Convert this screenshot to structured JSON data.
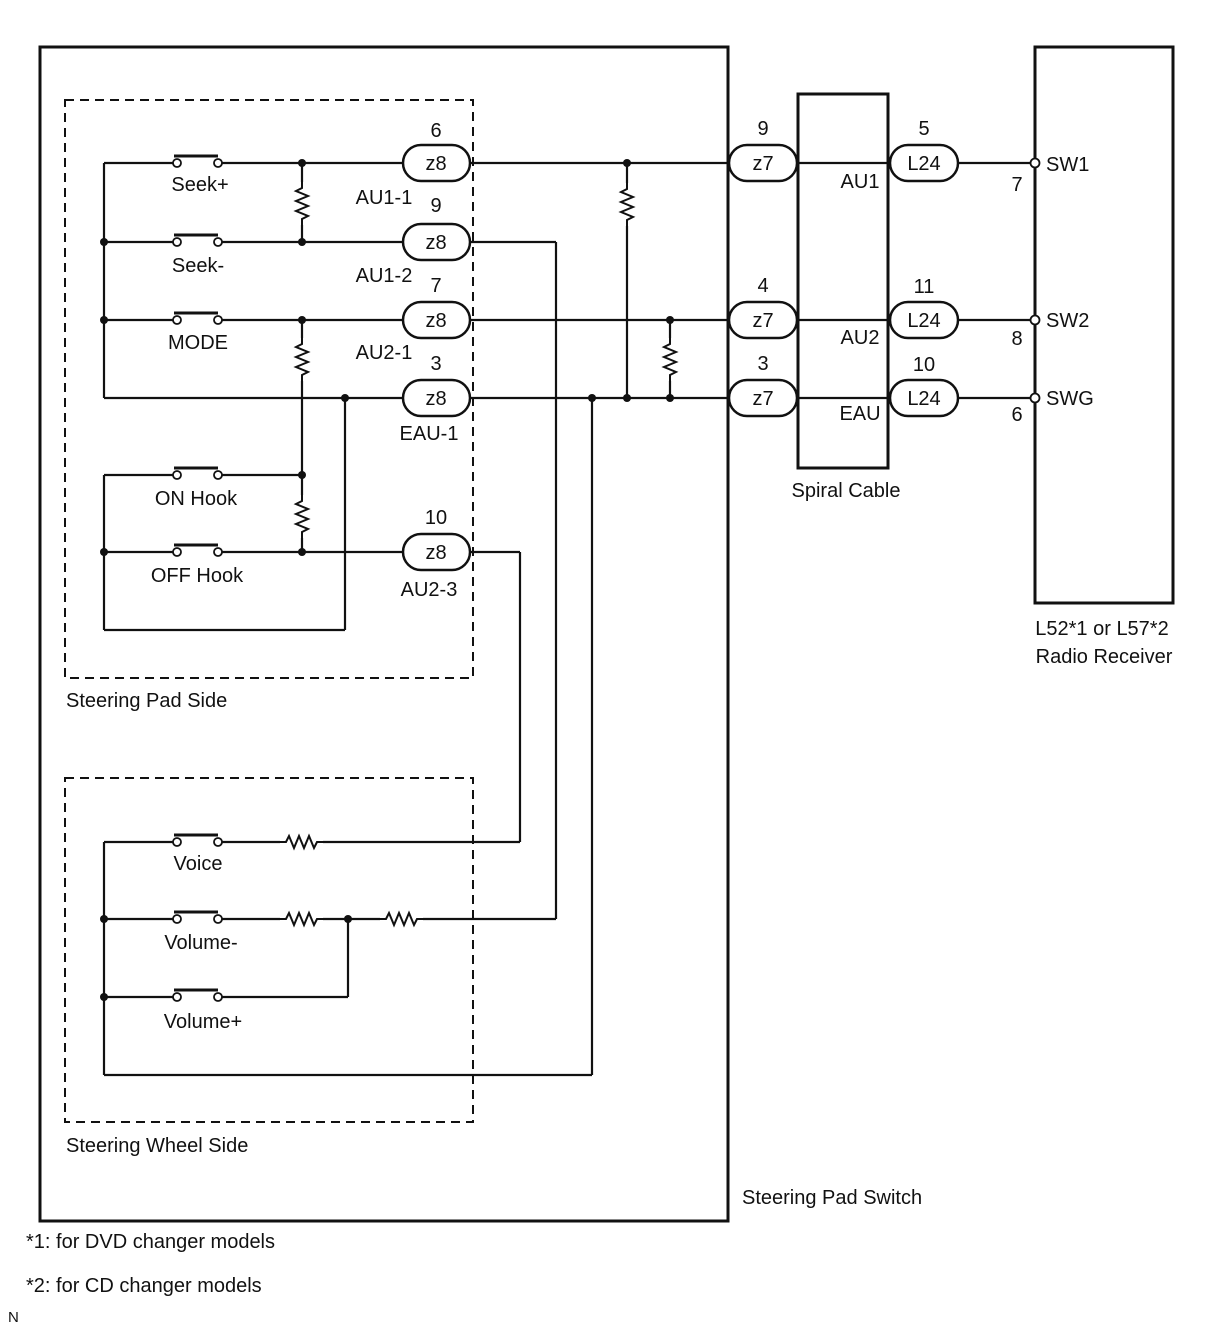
{
  "components": {
    "steering_pad_switch": "Steering Pad Switch",
    "steering_pad_side": "Steering Pad Side",
    "steering_wheel_side": "Steering Wheel Side",
    "spiral_cable": "Spiral Cable",
    "radio_receiver_line1": "L52*1 or L57*2",
    "radio_receiver_line2": "Radio Receiver"
  },
  "switches": {
    "seek_plus": "Seek+",
    "seek_minus": "Seek-",
    "mode": "MODE",
    "on_hook": "ON Hook",
    "off_hook": "OFF Hook",
    "voice": "Voice",
    "volume_minus": "Volume-",
    "volume_plus": "Volume+"
  },
  "pad_connectors": [
    {
      "code": "z8",
      "pin": "6",
      "name": "AU1-1"
    },
    {
      "code": "z8",
      "pin": "9",
      "name": "AU1-2"
    },
    {
      "code": "z8",
      "pin": "7",
      "name": "AU2-1"
    },
    {
      "code": "z8",
      "pin": "3",
      "name": "EAU-1"
    },
    {
      "code": "z8",
      "pin": "10",
      "name": "AU2-3"
    }
  ],
  "spiral_connectors": [
    {
      "code": "z7",
      "pin": "9",
      "name": "AU1"
    },
    {
      "code": "z7",
      "pin": "4",
      "name": "AU2"
    },
    {
      "code": "z7",
      "pin": "3",
      "name": "EAU"
    }
  ],
  "receiver_connectors": [
    {
      "code": "L24",
      "pin": "5",
      "terminal_pin": "7",
      "terminal": "SW1"
    },
    {
      "code": "L24",
      "pin": "11",
      "terminal_pin": "8",
      "terminal": "SW2"
    },
    {
      "code": "L24",
      "pin": "10",
      "terminal_pin": "6",
      "terminal": "SWG"
    }
  ],
  "notes": [
    "*1: for DVD changer models",
    "*2: for CD changer models"
  ],
  "corner_mark": "N"
}
